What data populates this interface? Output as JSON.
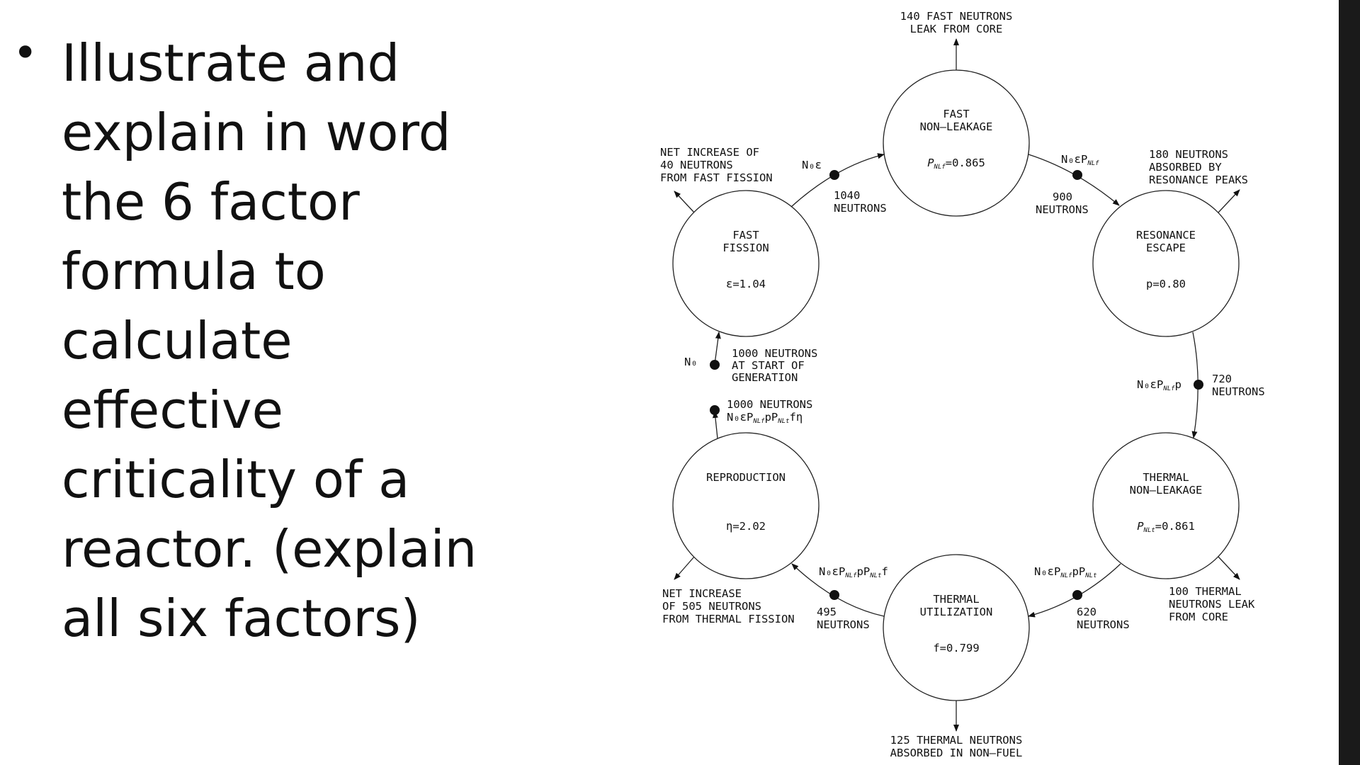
{
  "slide": {
    "bullet_symbol": "•",
    "bullet_text": "Illustrate and\nexplain in word\nthe 6 factor\nformula to\ncalculate effective\ncriticality of a\nreactor.  (explain\nall six factors)"
  },
  "diagram": {
    "nodes": {
      "fast_nonleakage": {
        "title": [
          "FAST",
          "NON–LEAKAGE"
        ],
        "value": "P",
        "value_sub": "NLf",
        "value_rest": "=0.865"
      },
      "resonance_escape": {
        "title": [
          "RESONANCE",
          "ESCAPE"
        ],
        "value": "p=0.80"
      },
      "thermal_nonleakage": {
        "title": [
          "THERMAL",
          "NON–LEAKAGE"
        ],
        "value": "P",
        "value_sub": "NLt",
        "value_rest": "=0.861"
      },
      "thermal_utilization": {
        "title": [
          "THERMAL",
          "UTILIZATION"
        ],
        "value": "f=0.799"
      },
      "reproduction": {
        "title": [
          "REPRODUCTION"
        ],
        "value": "η=2.02"
      },
      "fast_fission": {
        "title": [
          "FAST",
          "FISSION"
        ],
        "value": "ε=1.04"
      }
    },
    "losses": {
      "fast_leak": [
        "140 FAST NEUTRONS",
        "LEAK FROM CORE"
      ],
      "resonance_absorbed": [
        "180 NEUTRONS",
        "ABSORBED BY",
        "RESONANCE PEAKS"
      ],
      "thermal_leak": [
        "100 THERMAL",
        "NEUTRONS LEAK",
        "FROM CORE"
      ],
      "nonfuel_absorbed": [
        "125 THERMAL NEUTRONS",
        "ABSORBED IN NON–FUEL"
      ],
      "thermal_fission_gain": [
        "NET INCREASE",
        "OF 505 NEUTRONS",
        "FROM THERMAL FISSION"
      ],
      "fast_fission_gain": [
        "NET INCREASE OF",
        "40 NEUTRONS",
        "FROM FAST FISSION"
      ]
    },
    "points": {
      "p1040": {
        "symbol": "N₀ε",
        "count": [
          "1040",
          "NEUTRONS"
        ]
      },
      "p900": {
        "symbol": "N₀εP",
        "symbol_sub": "NLf",
        "count": [
          "900",
          "NEUTRONS"
        ]
      },
      "p720": {
        "symbol": "N₀εP",
        "symbol_sub": "NLf",
        "symbol_rest": "p",
        "count": [
          "720",
          "NEUTRONS"
        ]
      },
      "p620": {
        "symbol": "N₀εP",
        "symbol_sub": "NLf",
        "symbol_mid": "pP",
        "symbol_sub2": "NLt",
        "count": [
          "620",
          "NEUTRONS"
        ]
      },
      "p495": {
        "symbol": "N₀εP",
        "symbol_sub": "NLf",
        "symbol_mid": "pP",
        "symbol_sub2": "NLt",
        "symbol_rest": "f",
        "count": [
          "495",
          "NEUTRONS"
        ]
      },
      "p1000_end": {
        "count_line": "1000 NEUTRONS",
        "symbol": "N₀εP",
        "symbol_sub": "NLf",
        "symbol_mid": "pP",
        "symbol_sub2": "NLt",
        "symbol_rest": "fη"
      },
      "p1000_start": {
        "symbol": "N₀",
        "count": [
          "1000 NEUTRONS",
          "AT START OF",
          "GENERATION"
        ]
      }
    }
  }
}
